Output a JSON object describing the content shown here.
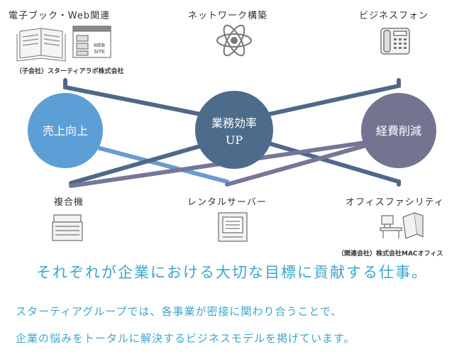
{
  "top_labels": {
    "ebook": "電子ブック・Web関連",
    "network": "ネットワーク構築",
    "phone": "ビジネスフォン"
  },
  "bottom_labels": {
    "copier": "複合機",
    "server": "レンタルサーバー",
    "office": "オフィスファシリティ"
  },
  "sub_labels": {
    "ebook_company": "（子会社）スターティアラボ株式会社",
    "office_company": "（関連会社）株式会社MACオフィス"
  },
  "nodes": {
    "sales": "売上向上",
    "efficiency_line1": "業務効率",
    "efficiency_line2": "UP",
    "cost": "経費削減"
  },
  "icons": {
    "web_site_text": "WEB SITE",
    "ebook": "open-book-icon",
    "web": "website-window-icon",
    "network": "atom-network-icon",
    "phone": "desk-phone-icon",
    "copier": "copier-icon",
    "server": "server-icon",
    "office": "office-furniture-icon"
  },
  "tagline": "それぞれが企業における大切な目標に貢献する仕事。",
  "body": {
    "line1": "スターティアグループでは、各事業が密接に関わり合うことで、",
    "line2": "企業の悩みをトータルに解決するビジネスモデルを掲げています。"
  },
  "colors": {
    "sales_node": "#5b9fd6",
    "efficiency_node": "#4d6c8c",
    "cost_node": "#737490",
    "accent_text": "#3aa6cc"
  }
}
